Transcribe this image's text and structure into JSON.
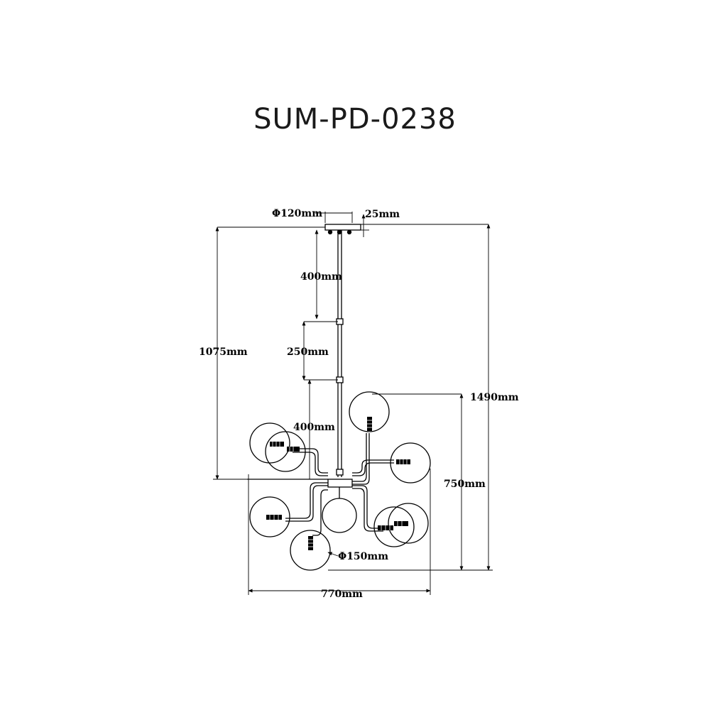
{
  "model": "SUM-PD-0238",
  "dimensions": {
    "canopy_diameter": "Φ120mm",
    "canopy_height": "25mm",
    "rod_top": "400mm",
    "rod_middle": "250mm",
    "rod_bottom": "400mm",
    "drop_to_body": "1075mm",
    "total_height": "1490mm",
    "body_height": "750mm",
    "shade_diameter": "Φ150mm",
    "total_width": "770mm"
  }
}
